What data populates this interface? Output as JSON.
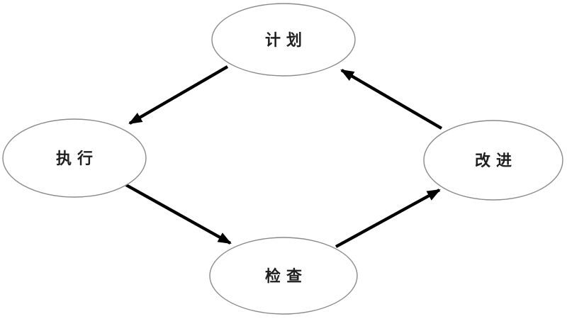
{
  "diagram": {
    "type": "cycle-flowchart",
    "nodes": [
      {
        "id": "plan",
        "label": "计划",
        "shape": "ellipse",
        "position": "top"
      },
      {
        "id": "do",
        "label": "执行",
        "shape": "ellipse",
        "position": "left"
      },
      {
        "id": "check",
        "label": "检查",
        "shape": "ellipse",
        "position": "bottom"
      },
      {
        "id": "act",
        "label": "改进",
        "shape": "ellipse",
        "position": "right"
      }
    ],
    "edges": [
      {
        "from": "plan",
        "to": "do",
        "style": "solid-arrow"
      },
      {
        "from": "do",
        "to": "check",
        "style": "solid-arrow"
      },
      {
        "from": "check",
        "to": "act",
        "style": "solid-arrow"
      },
      {
        "from": "act",
        "to": "plan",
        "style": "solid-arrow"
      }
    ],
    "colors": {
      "background": "#ffffff",
      "node_fill": "#ffffff",
      "node_stroke": "#8a8a8a",
      "label_text": "#1f1f1f",
      "arrow": "#000000"
    }
  }
}
